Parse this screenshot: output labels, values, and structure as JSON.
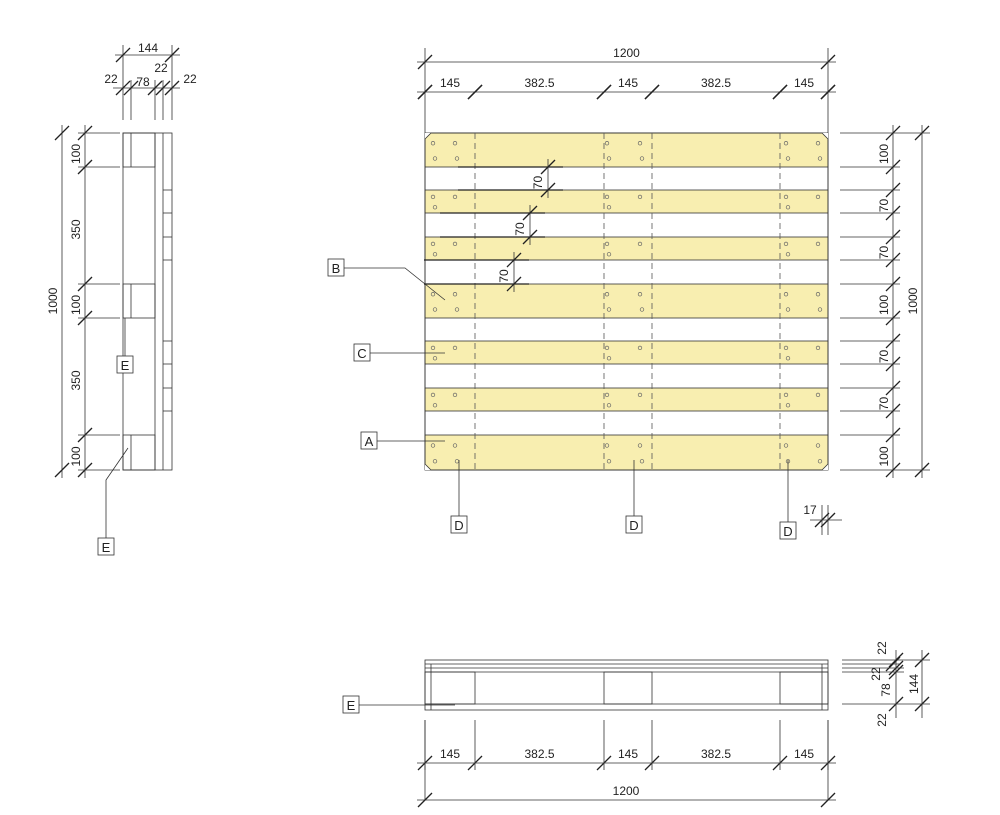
{
  "colors": {
    "board": "#f8eeb0",
    "line": "#333333"
  },
  "top_view": {
    "overall_width": "1200",
    "segments": [
      "145",
      "382.5",
      "145",
      "382.5",
      "145"
    ],
    "gaps": [
      "70",
      "70",
      "70"
    ],
    "right_dims": [
      "100",
      "70",
      "70",
      "100",
      "70",
      "70",
      "100"
    ],
    "overall_depth": "1000",
    "chamfer": "17",
    "callouts": [
      "A",
      "B",
      "C",
      "D",
      "D",
      "D"
    ]
  },
  "side_view": {
    "overall_height": "144",
    "parts": [
      "22",
      "78",
      "22",
      "22"
    ],
    "left_dims": [
      "100",
      "350",
      "100",
      "350",
      "100"
    ],
    "overall_length": "1000",
    "callouts": [
      "E",
      "E"
    ]
  },
  "front_view": {
    "segments": [
      "145",
      "382.5",
      "145",
      "382.5",
      "145"
    ],
    "overall_width": "1200",
    "right_dims": [
      "22",
      "22",
      "78",
      "22"
    ],
    "overall_height": "144",
    "callout": "E"
  }
}
